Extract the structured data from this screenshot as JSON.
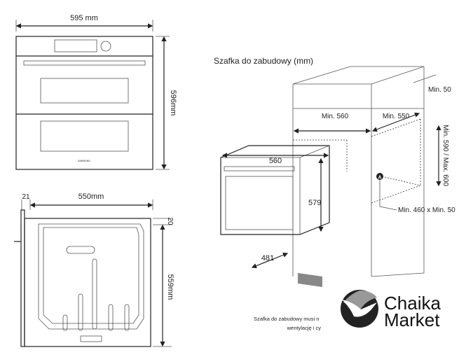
{
  "front_view": {
    "width_label": "595 mm",
    "height_label": "596mm",
    "brand": "SAMSUNG"
  },
  "side_view": {
    "depth_front_label": "21",
    "depth_label": "550mm",
    "top_gap_label": "20",
    "height_label": "559mm"
  },
  "installation": {
    "title": "Szafka do zabudowy (mm)",
    "oven_width": "560",
    "oven_height": "579",
    "oven_depth": "481",
    "cabinet_width": "Min. 560",
    "cabinet_depth": "Min. 550",
    "rear_gap": "Min. 50",
    "cabinet_height": "Min. 590 / Max. 600",
    "vent_marker": "A",
    "vent_opening": "Min. 460 x Min. 50",
    "note_line1": "Szafka do zabudowy musi n",
    "note_line2": "wentylację i cy"
  },
  "logo": {
    "line1": "Chaika",
    "line2": "Market"
  }
}
